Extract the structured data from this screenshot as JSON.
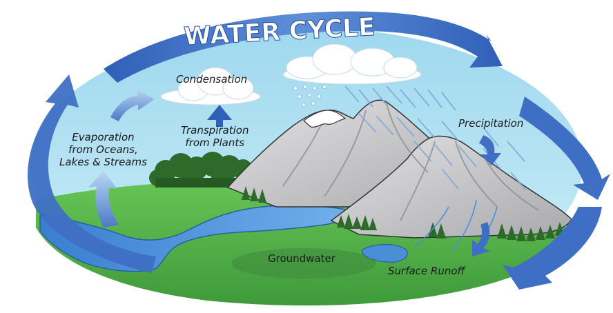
{
  "diagram": {
    "title": "WATER CYCLE",
    "labels": {
      "condensation": "Condensation",
      "transpiration_line1": "Transpiration",
      "transpiration_line2": "from Plants",
      "evaporation_line1": "Evaporation",
      "evaporation_line2": "from Oceans,",
      "evaporation_line3": "Lakes & Streams",
      "precipitation": "Precipitation",
      "groundwater": "Groundwater",
      "surface_runoff": "Surface Runoff"
    },
    "colors": {
      "sky": "#a8dcef",
      "arrow_blue": "#3f6fc4",
      "grass": "#57b84c",
      "water": "#4a8fd6",
      "mountain": "#c9c9cc",
      "snow": "#ffffff",
      "trees": "#2e6b2a"
    }
  }
}
